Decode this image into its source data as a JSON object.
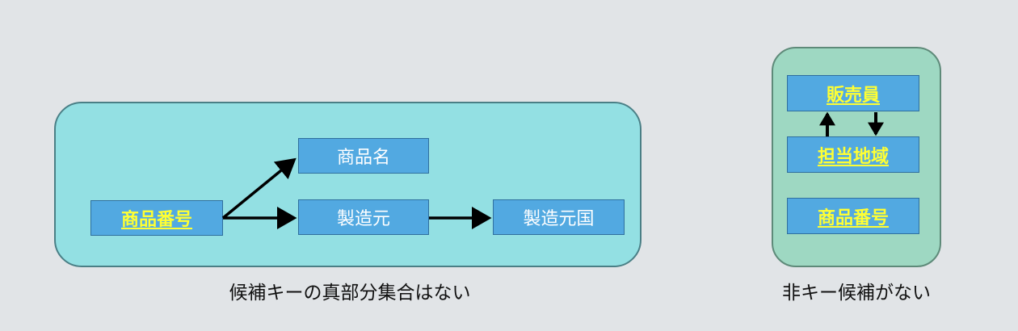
{
  "left_diagram": {
    "key_box": "商品番号",
    "box_name": "商品名",
    "box_maker": "製造元",
    "box_maker_country": "製造元国",
    "caption": "候補キーの真部分集合はない"
  },
  "right_diagram": {
    "box_seller": "販売員",
    "box_region": "担当地域",
    "box_product_no": "商品番号",
    "caption": "非キー候補がない"
  },
  "colors": {
    "background": "#e1e4e7",
    "left_group_fill": "#93e0e3",
    "right_group_fill": "#9ed8c2",
    "box_fill": "#52a9e1",
    "key_text": "#ffff33",
    "arrow": "#000000"
  }
}
